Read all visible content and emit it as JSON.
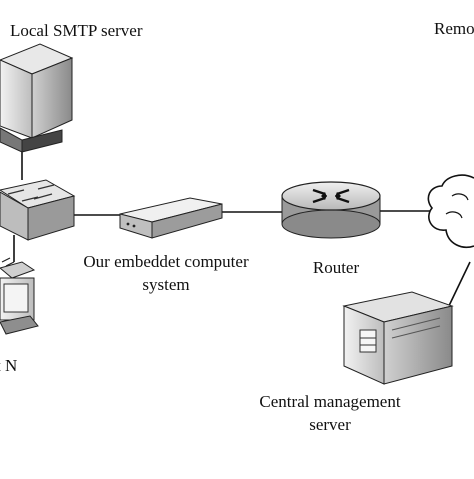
{
  "labels": {
    "smtp_server": "Local SMTP server",
    "remote": "Remo",
    "embedded_line1": "Our embeddet computer",
    "embedded_line2": "system",
    "router": "Router",
    "client": "t N",
    "central_line1": "Central management",
    "central_line2": "server"
  },
  "icons": [
    "smtp-server-tower-icon",
    "network-switch-icon",
    "client-computer-icon",
    "embedded-device-icon",
    "router-icon",
    "internet-cloud-icon",
    "central-server-icon"
  ]
}
